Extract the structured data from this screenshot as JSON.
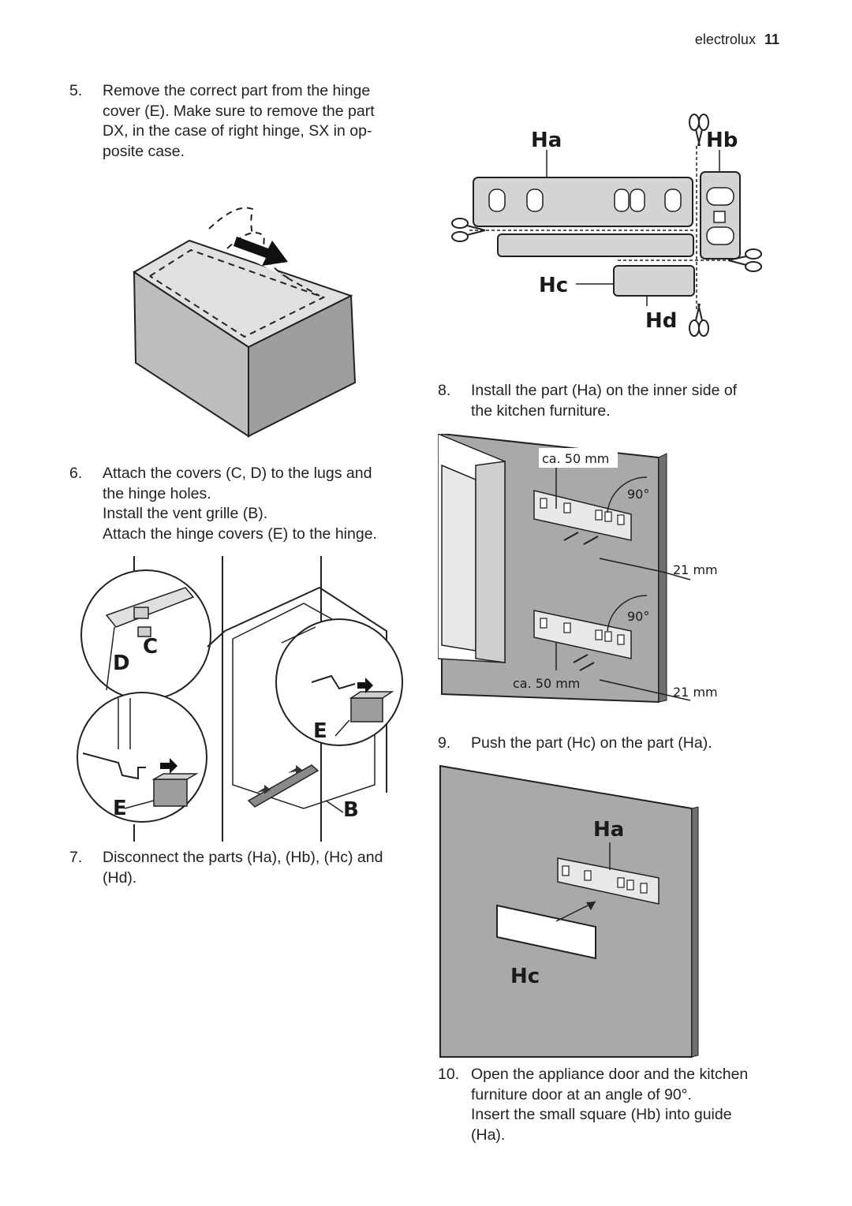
{
  "header": {
    "brand": "electrolux",
    "page_number": "11"
  },
  "steps": {
    "s5": {
      "num": "5.",
      "lines": [
        "Remove the correct part from the hinge",
        "cover (E). Make sure to remove the part",
        "DX, in the case of right hinge, SX in op-",
        "posite case."
      ]
    },
    "s6": {
      "num": "6.",
      "lines": [
        "Attach the covers (C, D) to the lugs and",
        "the hinge holes.",
        "Install the vent grille (B).",
        "Attach the hinge covers (E) to the hinge."
      ]
    },
    "s7": {
      "num": "7.",
      "lines": [
        "Disconnect the parts (Ha), (Hb), (Hc) and",
        "(Hd)."
      ]
    },
    "s8": {
      "num": "8.",
      "lines": [
        "Install the part (Ha) on the inner side of",
        "the kitchen furniture."
      ]
    },
    "s9": {
      "num": "9.",
      "lines": [
        "Push the part (Hc) on the part (Ha)."
      ]
    },
    "s10": {
      "num": "10.",
      "lines": [
        "Open the appliance door and the kitchen",
        "furniture door at an angle of 90°.",
        "Insert the small square (Hb) into guide",
        "(Ha)."
      ]
    }
  },
  "figures": {
    "parts": {
      "ha": "Ha",
      "hb": "Hb",
      "hc": "Hc",
      "hd": "Hd"
    },
    "hinge": {
      "c": "C",
      "d": "D",
      "e1": "E",
      "e2": "E",
      "b": "B"
    },
    "install": {
      "dist_top": "ca. 50 mm",
      "dist_bottom": "ca. 50 mm",
      "angle_top": "90°",
      "angle_bottom": "90°",
      "offset_top": "21 mm",
      "offset_bottom": "21 mm"
    },
    "push": {
      "ha": "Ha",
      "hc": "Hc"
    }
  }
}
